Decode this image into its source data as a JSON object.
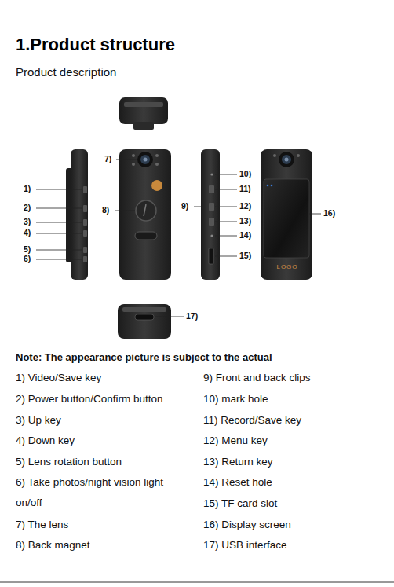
{
  "diagram": {
    "title": "1.Product structure",
    "labels": [
      "Product description",
      "1)",
      "2)",
      "3)",
      "4)",
      "5)",
      "6)",
      "7)",
      "8)",
      "9)",
      "10)",
      "11)",
      "12)",
      "13)",
      "14)",
      "15)",
      "16)",
      "17)",
      "LOGO",
      "Note: The appearance picture is subject to the actual",
      "1) Video/Save key",
      "2) Power button/Confirm button",
      "3) Up key",
      "4) Down key",
      "5) Lens rotation button",
      "6) Take photos/night vision light on/off",
      "7) The lens",
      "8) Back magnet",
      "9) Front and back clips",
      "10) mark hole",
      "11) Record/Save key",
      "12) Menu key",
      "13) Return key",
      "14) Reset hole",
      "15) TF card slot",
      "16) Display screen",
      "17) USB interface"
    ]
  }
}
